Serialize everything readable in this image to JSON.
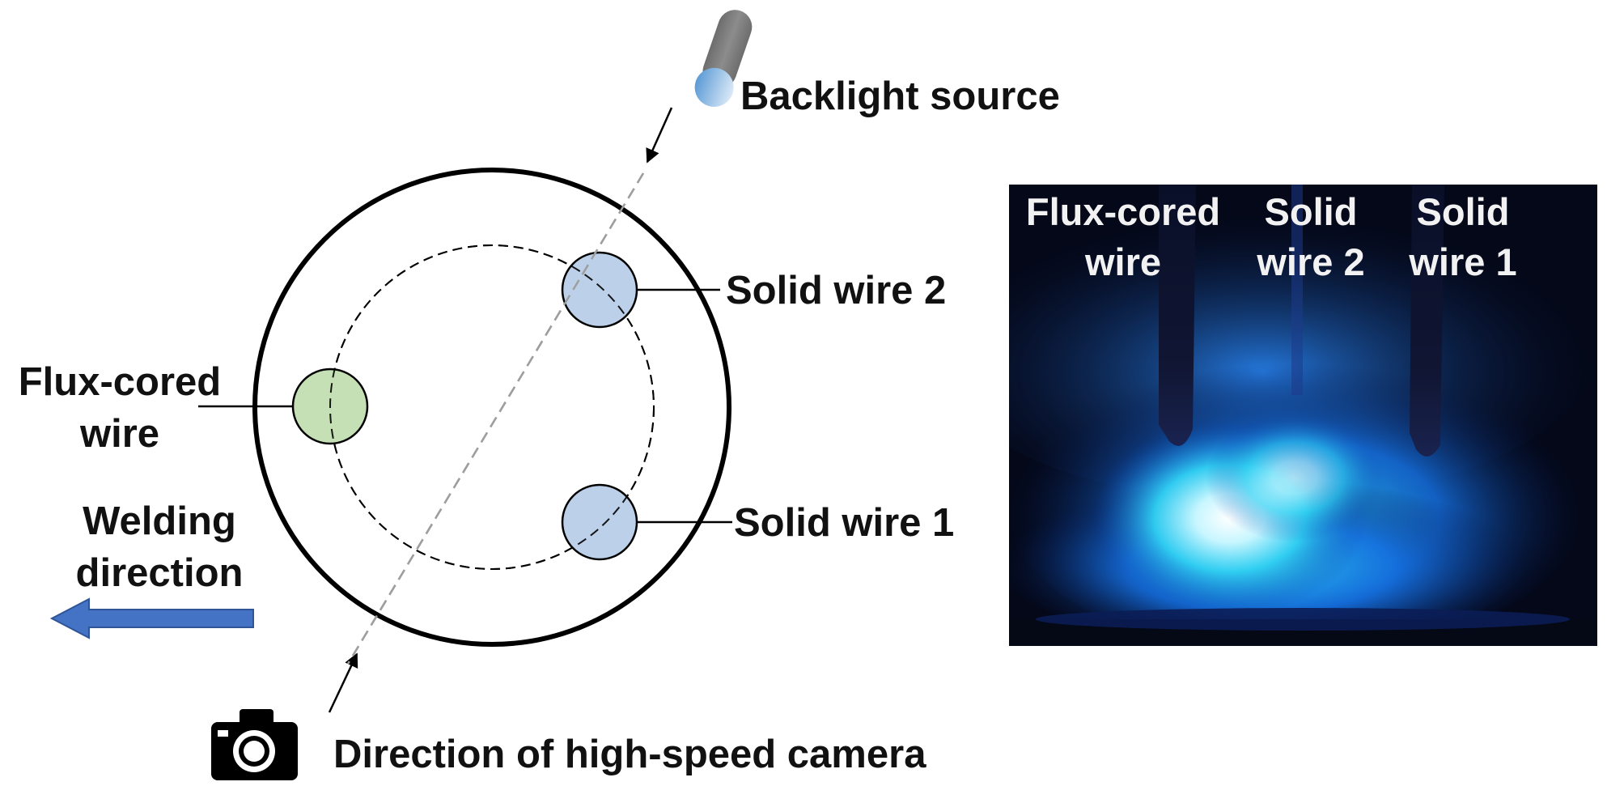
{
  "labels": {
    "backlight": "Backlight source",
    "solid_wire_2": "Solid wire 2",
    "solid_wire_1": "Solid wire 1",
    "flux_cored": [
      "Flux-cored",
      "wire"
    ],
    "welding_direction": [
      "Welding",
      "direction"
    ],
    "camera_direction": "Direction of high-speed camera"
  },
  "photo": {
    "labels": {
      "flux_cored": [
        "Flux-cored",
        "wire"
      ],
      "solid_wire_2": [
        "Solid",
        "wire 2"
      ],
      "solid_wire_1": [
        "Solid",
        "wire 1"
      ]
    }
  },
  "colors": {
    "flux_wire_fill": "#c5e0b4",
    "solid_wire_fill": "#bdd0ea",
    "arrow_blue": "#4472c4",
    "backlight_body": "#7f7f7f",
    "photo_bg": "#040818",
    "plasma": "#1e9bff"
  },
  "icons": {
    "camera": "camera-icon",
    "backlight": "backlight-cylinder-icon"
  }
}
